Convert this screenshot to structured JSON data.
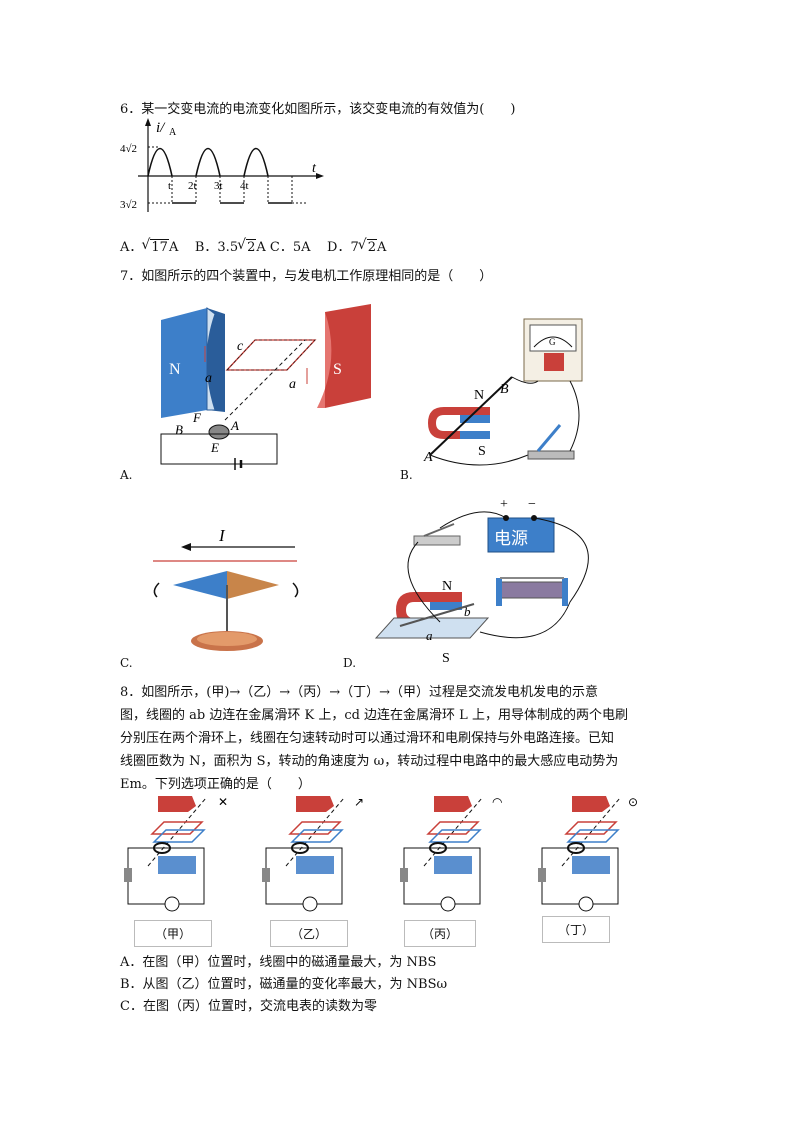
{
  "q6": {
    "stem": "6．某一交变电流的电流变化如图所示，该交变电流的有效值为(　　)",
    "graph": {
      "axis_y": "i/",
      "axis_y_unit": "A",
      "axis_x": "t",
      "y_top": "4√2",
      "y_bottom": "3√2",
      "ticks": [
        "t",
        "2t",
        "3t",
        "4t"
      ]
    },
    "options": {
      "a_prefix": "A．",
      "a_val": "17",
      "a_unit": "A",
      "b_prefix": "B．3.5",
      "b_val": "2",
      "b_unit": "A",
      "c": "C．5A",
      "d_prefix": "D．7",
      "d_val": "2",
      "d_unit": "A"
    }
  },
  "q7": {
    "stem": "7．如图所示的四个装置中，与发电机工作原理相同的是（　　）",
    "option_labels": [
      "A.",
      "B.",
      "C.",
      "D."
    ],
    "figA": {
      "N": "N",
      "S": "S",
      "a1": "a",
      "a2": "a",
      "c": "c",
      "B": "B",
      "F": "F",
      "E": "E",
      "A": "A"
    },
    "figB": {
      "N": "N",
      "S": "S",
      "A": "A",
      "B": "B",
      "G": "G"
    },
    "figC": {
      "I": "I"
    },
    "figD": {
      "power": "电源",
      "plus": "+",
      "minus": "−",
      "N": "N",
      "S": "S",
      "a": "a",
      "b": "b"
    }
  },
  "q8": {
    "line1": "8．如图所示，(甲)→（乙）→（丙）→（丁）→（甲）过程是交流发电机发电的示意",
    "line2": "图，线圈的 ab 边连在金属滑环 K 上，cd 边连在金属滑环 L 上，用导体制成的两个电刷",
    "line3": "分别压在两个滑环上，线圈在匀速转动时可以通过滑环和电刷保持与外电路连接。已知",
    "line4": "线圈匝数为 N，面积为 S，转动的角速度为 ω，转动过程中电路中的最大感应电动势为",
    "line5": "Em。下列选项正确的是（　　）",
    "panels": [
      "（甲）",
      "（乙）",
      "（丙）",
      "（丁）"
    ],
    "options": {
      "A": "A．在图（甲）位置时，线圈中的磁通量最大，为 NBS",
      "B": "B．从图（乙）位置时，磁通量的变化率最大，为 NBSω",
      "C": "C．在图（丙）位置时，交流电表的读数为零"
    }
  },
  "colors": {
    "north": "#c9403a",
    "south": "#3d7fc9",
    "ink": "#111111"
  }
}
